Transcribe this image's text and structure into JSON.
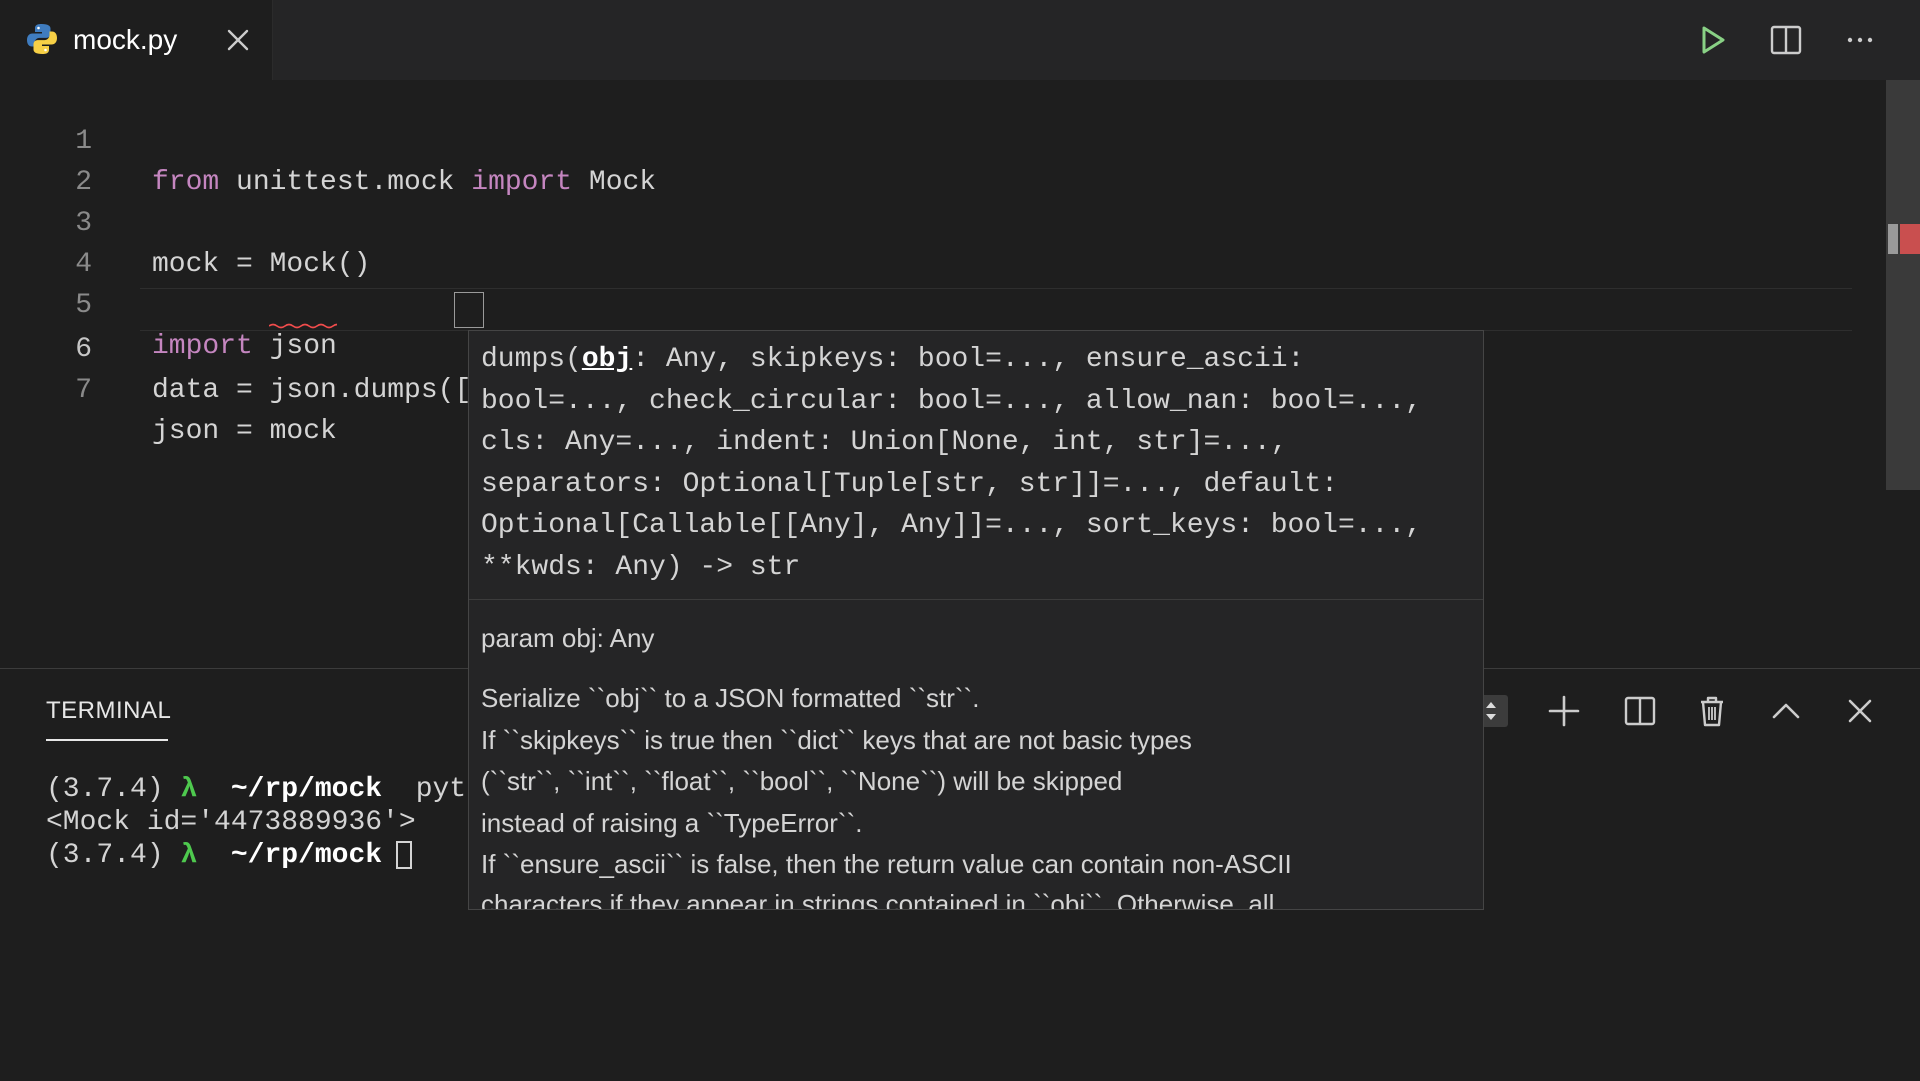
{
  "tab": {
    "filename": "mock.py"
  },
  "editor": {
    "lines": [
      {
        "num": "1",
        "kw1": "from",
        "mid": " unittest.mock ",
        "kw2": "import",
        "tail": " Mock"
      },
      {
        "num": "2"
      },
      {
        "num": "3",
        "text": "mock = Mock()"
      },
      {
        "num": "4"
      },
      {
        "num": "5",
        "kw": "import",
        "tail": " json"
      },
      {
        "num": "6",
        "a": "data = ",
        "b": "json",
        "c": ".dumps(",
        "d": "[]",
        "e": ")"
      },
      {
        "num": "7",
        "text": "json = mock"
      }
    ]
  },
  "panel": {
    "tab_label": "TERMINAL"
  },
  "terminal": {
    "lines": [
      {
        "env": "(3.7.4)",
        "lambda": "λ",
        "path": "~/rp/mock",
        "cmd": "pytho"
      },
      {
        "text": "<Mock id='4473889936'>"
      },
      {
        "env": "(3.7.4)",
        "lambda": "λ",
        "path": "~/rp/mock"
      }
    ]
  },
  "hover": {
    "sig_prefix": "dumps(",
    "sig_param": "obj",
    "sig_rest": ": Any, skipkeys: bool=..., ensure_ascii: bool=..., check_circular: bool=..., allow_nan: bool=..., cls: Any=..., indent: Union[None, int, str]=..., separators: Optional[Tuple[str, str]]=..., default: Optional[Callable[[Any], Any]]=..., sort_keys: bool=..., **kwds: Any) -> str",
    "param": "param obj: Any",
    "doc": [
      "Serialize ``obj`` to a JSON formatted ``str``.",
      "If ``skipkeys`` is true then ``dict`` keys that are not basic types",
      "(``str``, ``int``, ``float``, ``bool``, ``None``) will be skipped",
      "instead of raising a ``TypeError``.",
      "If ``ensure_ascii`` is false, then the return value can contain non-ASCII",
      "characters if they appear in strings contained in ``obj``. Otherwise, all"
    ]
  }
}
